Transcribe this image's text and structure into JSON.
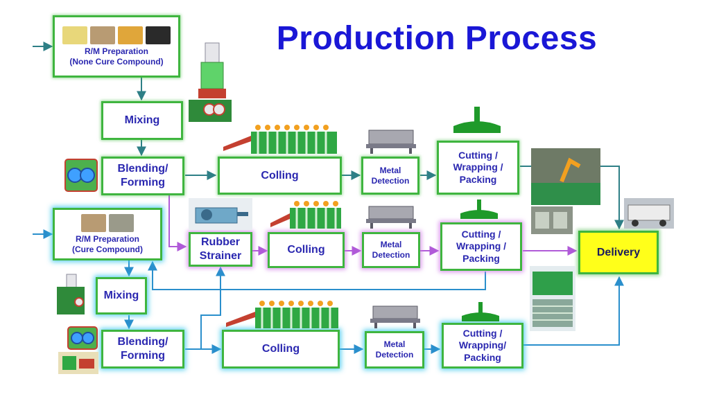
{
  "title": "Production Process",
  "nodes": {
    "rm_none": {
      "line1": "R/M Preparation",
      "line2": "(None Cure Compound)"
    },
    "mixing_top": "Mixing",
    "blend_top": {
      "line1": "Blending/",
      "line2": "Forming"
    },
    "colling_top": "Colling",
    "metal_top": {
      "line1": "Metal",
      "line2": "Detection"
    },
    "cut_top": {
      "line1": "Cutting /",
      "line2": "Wrapping /",
      "line3": "Packing"
    },
    "rm_cure": {
      "line1": "R/M Preparation",
      "line2": "(Cure Compound)"
    },
    "strainer": {
      "line1": "Rubber",
      "line2": "Strainer"
    },
    "colling_mid": "Colling",
    "metal_mid": {
      "line1": "Metal",
      "line2": "Detection"
    },
    "cut_mid": {
      "line1": "Cutting /",
      "line2": "Wrapping /",
      "line3": "Packing"
    },
    "mixing_bot": "Mixing",
    "blend_bot": {
      "line1": "Blending/",
      "line2": "Forming"
    },
    "colling_bot": "Colling",
    "metal_bot": {
      "line1": "Metal",
      "line2": "Detection"
    },
    "cut_bot": {
      "line1": "Cutting /",
      "line2": "Wrapping/",
      "line3": "Packing"
    },
    "delivery": "Delivery"
  },
  "colors": {
    "title": "#1a17d6",
    "box_text": "#2a27b0",
    "box_border": "#3fb53f",
    "delivery_fill": "#ffff1a",
    "arrow_teal": "#2e7f86",
    "arrow_purple": "#b05ad8",
    "arrow_blue": "#2a8fcc"
  },
  "icons": [
    "raw-material-icon",
    "mixer-machine-icon",
    "blending-roller-icon",
    "cooling-rack-icon",
    "metal-detector-icon",
    "cutter-icon",
    "robot-packing-photo",
    "truck-photo",
    "strainer-machine-icon",
    "crate-photo"
  ]
}
